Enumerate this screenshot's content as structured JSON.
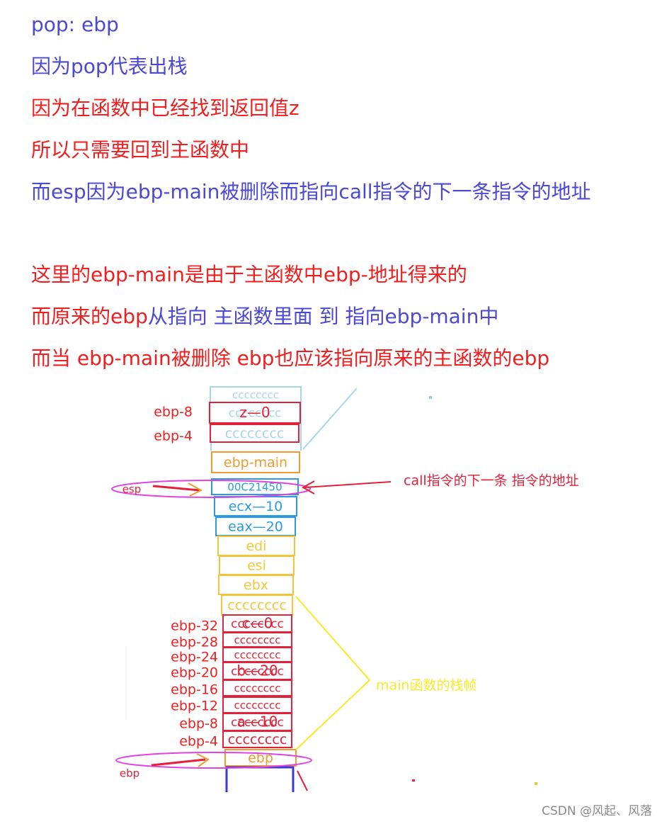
{
  "text_lines": [
    {
      "text": "pop: ebp",
      "color": "blue"
    },
    {
      "text": "因为pop代表出栈",
      "color": "blue"
    },
    {
      "text": "因为在函数中已经找到返回值z",
      "color": "red"
    },
    {
      "text": "所以只需要回到主函数中",
      "color": "red"
    },
    {
      "text": "而esp因为ebp-main被删除而指向call指令的下一条指令的地址",
      "color": "blue"
    },
    {
      "text": "这里的ebp-main是由于主函数中ebp-地址得来的",
      "color": "red"
    },
    {
      "text_parts": [
        {
          "text": "而原来的ebp",
          "color": "red"
        },
        {
          "text": "从指向 主函数里面 到 指向ebp-main中",
          "color": "blue"
        }
      ]
    },
    {
      "text": "而当 ebp-main被删除  ebp也应该指向原来的主函数的ebp",
      "color": "red"
    }
  ],
  "colors": {
    "blue_text": "#4b48d4",
    "red_text": "#f01e1e",
    "stack_lightblue": "#a6d6ea",
    "stack_red": "#e2223a",
    "stack_orange": "#f39a2e",
    "stack_blue": "#2a9be0",
    "stack_yellow": "#f3c63a",
    "ellipse_magenta": "#e044e0",
    "brace_yellow": "#f7e92a"
  },
  "stack_cells": [
    {
      "label": "cccccccc",
      "color": "stack_lightblue"
    },
    {
      "label": "z—0",
      "overlay": "cccccccc",
      "color": "stack_red"
    },
    {
      "label": "cccccccc",
      "color": "stack_lightblue",
      "border": "stack_red"
    },
    {
      "label": "ebp-main",
      "color": "stack_orange"
    },
    {
      "label": "00C21450",
      "color": "stack_blue"
    },
    {
      "label": "ecx—10",
      "color": "stack_blue"
    },
    {
      "label": "eax—20",
      "color": "stack_blue"
    },
    {
      "label": "edi",
      "color": "stack_yellow"
    },
    {
      "label": "esi",
      "color": "stack_yellow"
    },
    {
      "label": "ebx",
      "color": "stack_yellow"
    },
    {
      "label": "cccccccc",
      "color": "stack_yellow"
    },
    {
      "label": "c—0",
      "overlay": "cccccccc",
      "color": "stack_red"
    },
    {
      "label": "cccccccc",
      "color": "stack_red"
    },
    {
      "label": "cccccccc",
      "color": "stack_red"
    },
    {
      "label": "b—20",
      "overlay": "cccccccc",
      "color": "stack_red"
    },
    {
      "label": "cccccccc",
      "color": "stack_red"
    },
    {
      "label": "cccccccc",
      "color": "stack_red"
    },
    {
      "label": "a—10",
      "overlay": "cccccccc",
      "color": "stack_red"
    },
    {
      "label": "cccccccc",
      "color": "stack_red"
    },
    {
      "label": "ebp",
      "color": "stack_orange"
    }
  ],
  "top_offsets": [
    "ebp-8",
    "ebp-4"
  ],
  "main_offsets": [
    "ebp-32",
    "ebp-28",
    "ebp-24",
    "ebp-20",
    "ebp-16",
    "ebp-12",
    "ebp-8",
    "ebp-4"
  ],
  "pointer_labels": {
    "esp": "esp",
    "ebp": "ebp"
  },
  "annotations": {
    "call_next": "call指令的下一条 指令的地址",
    "main_frame": "main函数的栈帧"
  },
  "watermark": "CSDN @风起、风落"
}
